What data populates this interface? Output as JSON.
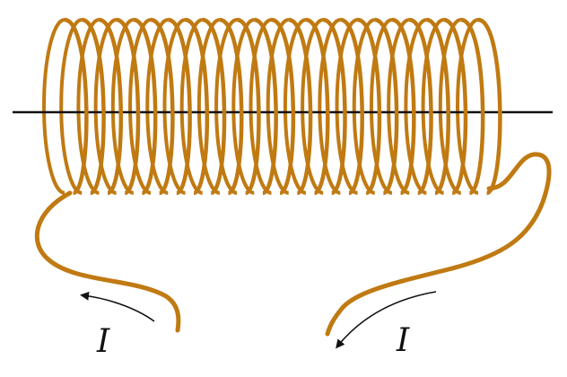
{
  "diagram": {
    "wire_color": "#C07A12",
    "axis_color": "#111111",
    "arrow_color": "#111111",
    "coil_turns": 25,
    "labels": {
      "current_left": "I",
      "current_right": "I"
    }
  }
}
